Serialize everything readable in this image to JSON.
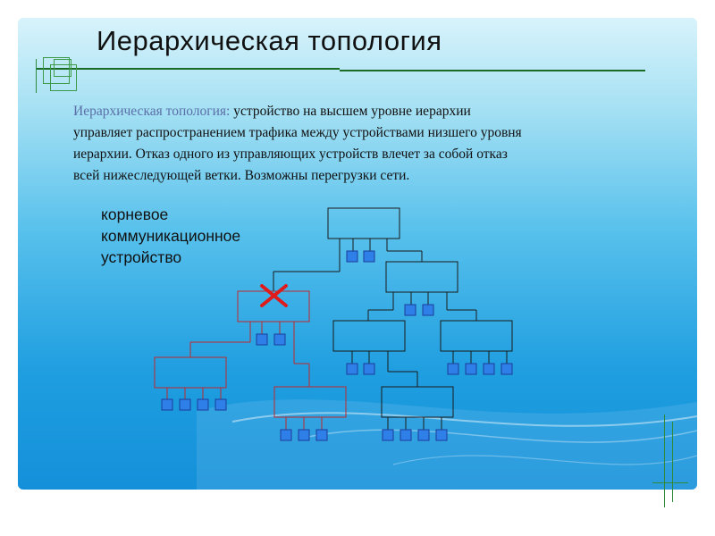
{
  "slide": {
    "title": "Иерархическая топология",
    "paragraph": {
      "lead": "Иерархическая топология:",
      "lines": [
        " устройство на высшем уровне иерархии",
        "управляет распространением трафика между устройствами низшего уровня",
        "иерархии. Отказ одного из управляющих устройств влечет за собой отказ",
        "всей нижеследующей ветки. Возможны перегрузки сети."
      ]
    },
    "root_label": "корневое коммуникационное устройство"
  },
  "colors": {
    "normal_line": "#1a1a1a",
    "failed_line": "#c0282c",
    "port_fill": "#2f7fe8",
    "port_stroke": "#1b3d9a",
    "cross": "#e01b1b"
  }
}
